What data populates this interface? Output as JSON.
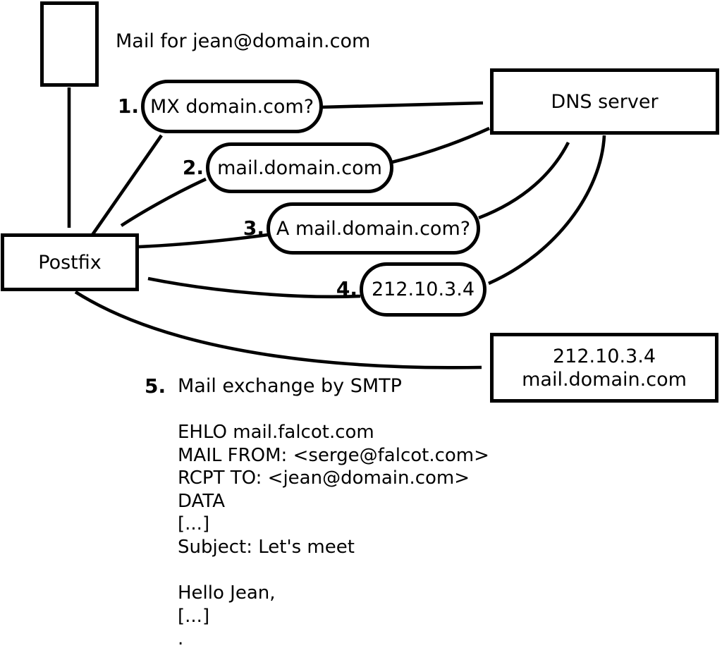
{
  "diagram": {
    "title": "Mail for jean@domain.com",
    "nodes": {
      "postfix": "Postfix",
      "dns_server": "DNS server",
      "mail_server": {
        "line1": "212.10.3.4",
        "line2": "mail.domain.com"
      }
    },
    "steps": [
      {
        "num": "1.",
        "label": "MX domain.com?"
      },
      {
        "num": "2.",
        "label": "mail.domain.com"
      },
      {
        "num": "3.",
        "label": "A mail.domain.com?"
      },
      {
        "num": "4.",
        "label": "212.10.3.4"
      },
      {
        "num": "5.",
        "label": "Mail exchange by SMTP"
      }
    ],
    "smtp_transcript": [
      "EHLO mail.falcot.com",
      "MAIL FROM: <serge@falcot.com>",
      "RCPT TO: <jean@domain.com>",
      "DATA",
      "[...]",
      "Subject: Let's meet",
      "",
      "Hello Jean,",
      "[...]",
      "."
    ],
    "colors": {
      "stroke": "#000000",
      "background": "#ffffff"
    }
  }
}
